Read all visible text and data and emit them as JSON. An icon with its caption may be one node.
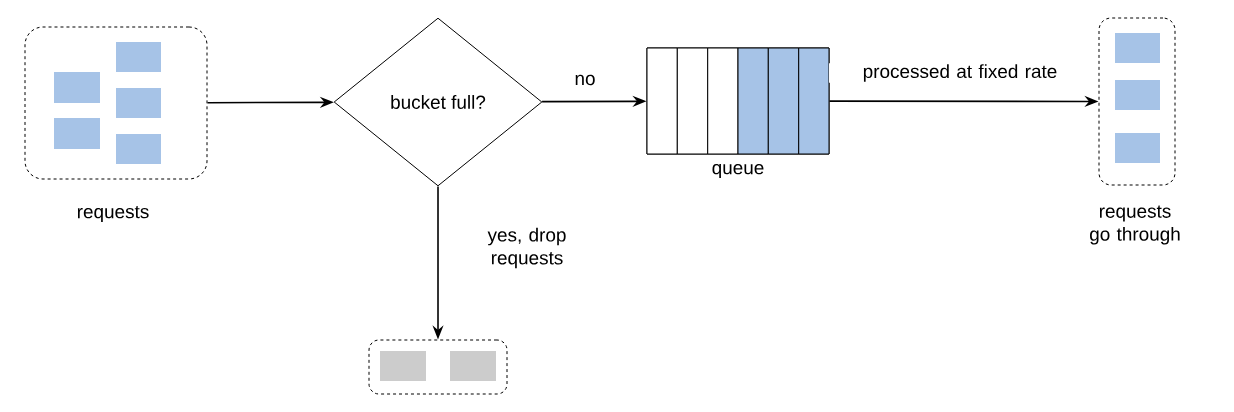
{
  "diagram": {
    "nodes": [
      {
        "text": [
          "requests"
        ]
      },
      {
        "text": [
          "bucket full?"
        ]
      },
      {
        "text": [
          "queue"
        ]
      },
      {
        "text": [
          "requests go through"
        ]
      },
      {
        "text": [],
        "shape": "box"
      }
    ],
    "edges": [
      {
        "from": 0,
        "to": 1,
        "arrow": "to"
      },
      {
        "from": 1,
        "to": 2,
        "arrow": "to",
        "label": "no"
      },
      {
        "from": 2,
        "to": 3,
        "arrow": "to",
        "label": "processed at fixed rate"
      },
      {
        "from": 1,
        "to": 4,
        "arrow": "to",
        "label": "yes, drop requests"
      }
    ]
  }
}
